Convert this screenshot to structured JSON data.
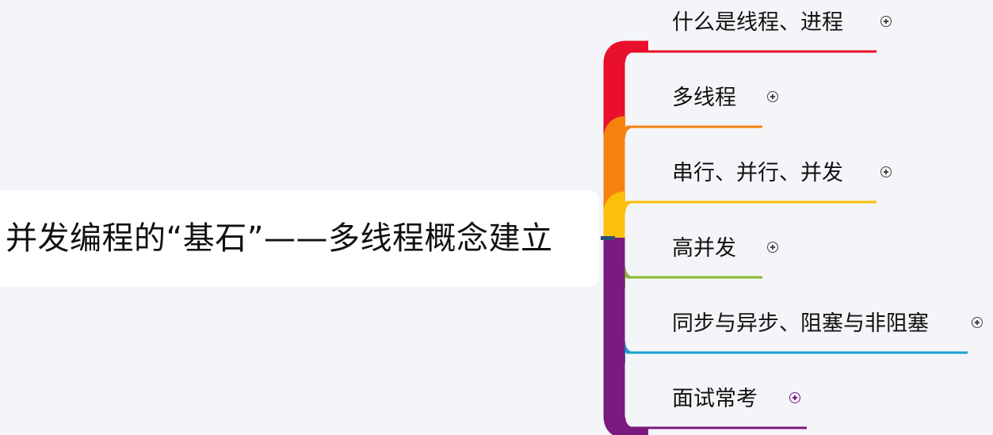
{
  "root": {
    "title": "并发编程的“基石”——多线程概念建立"
  },
  "topics": [
    {
      "label": "什么是线程、进程",
      "color": "#e8102a",
      "expand_icon": "plus-circle-icon"
    },
    {
      "label": "多线程",
      "color": "#f5820f",
      "expand_icon": "plus-circle-icon"
    },
    {
      "label": "串行、并行、并发",
      "color": "#fcbf0a",
      "expand_icon": "plus-circle-icon"
    },
    {
      "label": "高并发",
      "color": "#8ab833",
      "expand_icon": "plus-circle-icon"
    },
    {
      "label": "同步与异步、阻塞与非阻塞",
      "color": "#1aa1cc",
      "expand_icon": "plus-circle-icon"
    },
    {
      "label": "面试常考",
      "color": "#7a1a7e",
      "expand_icon": "plus-circle-icon"
    }
  ],
  "colors": {
    "background": "#f4f5f8",
    "card": "#ffffff",
    "connector_dot": "#2d4d7a"
  }
}
